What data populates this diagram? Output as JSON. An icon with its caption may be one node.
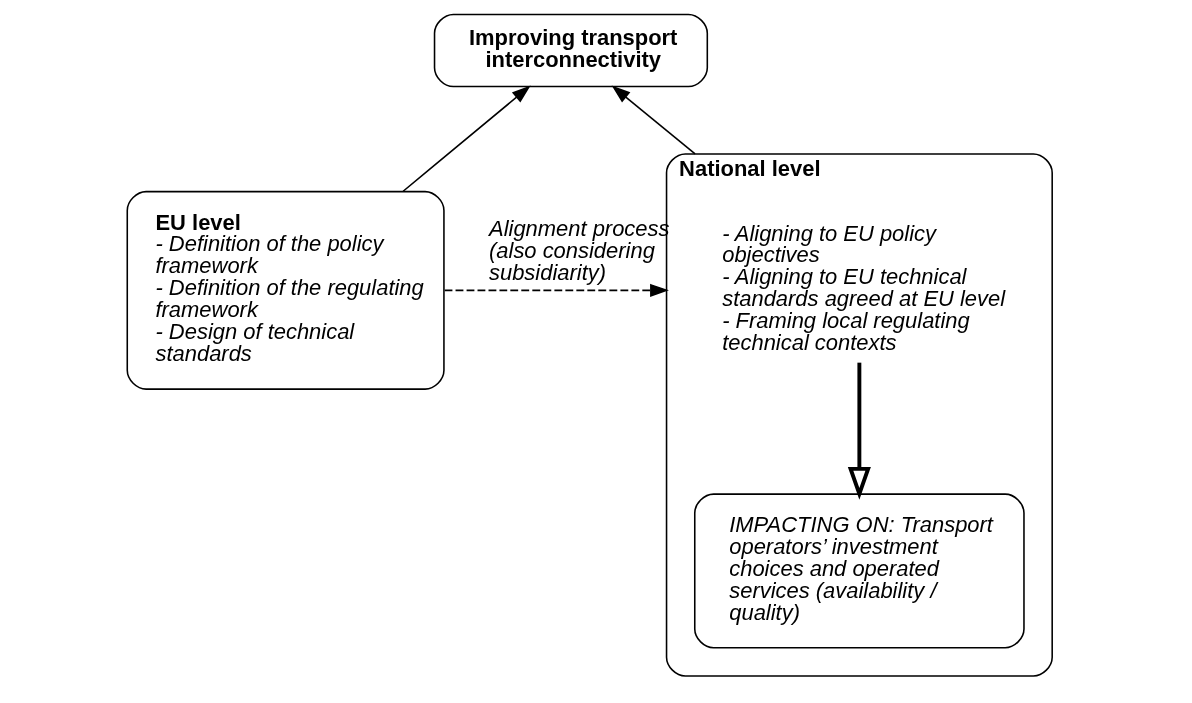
{
  "diagram": {
    "nodes": [
      {
        "text": [
          "Improving transport interconnectivity"
        ]
      },
      {
        "text": [
          "EU level",
          "- Definition of the policy framework",
          "- Definition of the regulating framework",
          "- Design of technical standards"
        ]
      },
      {
        "text": [
          "National level",
          "- Aligning to EU policy objectives",
          "- Aligning to EU technical standards agreed at EU level",
          "- Framing local regulating technical contexts"
        ]
      },
      {
        "text": [
          "IMPACTING ON: Transport operators’ investment choices and operated services (availability / quality)"
        ],
        "in": 2
      }
    ],
    "edges": [
      {
        "from": 1,
        "to": 0,
        "arrow": "to"
      },
      {
        "from": 2,
        "to": 0,
        "arrow": "to"
      },
      {
        "from": 1,
        "to": 2,
        "arrow": "to",
        "label": "Alignment process (also considering subsidiarity)",
        "style": "dashed"
      },
      {
        "from": 2,
        "to": 3,
        "arrow": "to",
        "style": "thick"
      }
    ]
  }
}
